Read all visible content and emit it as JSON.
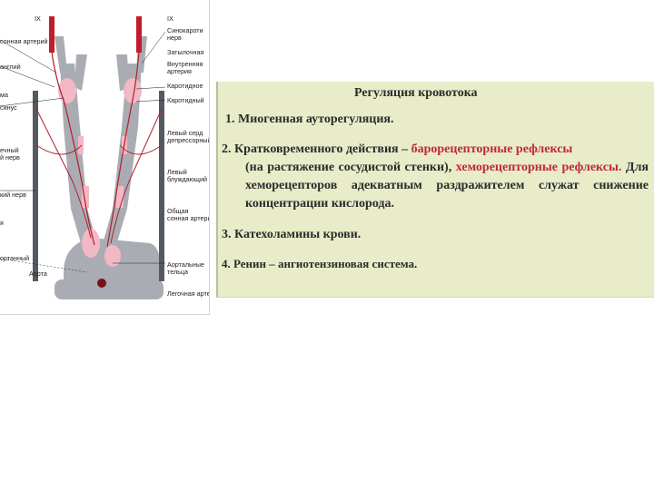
{
  "figure": {
    "labels": {
      "ix_left": "IX",
      "ix_right": "IX",
      "l_carotid_artery": "сонная артерий",
      "l_ganglion": "англий",
      "l_ma": "ма",
      "l_sinus": "синус",
      "l_nerve": "ечный\nй нерв",
      "l_kiy_nerv": "кий нерв",
      "l_ya": "я",
      "l_gortanny": "ортанный",
      "l_aorta": "Аорта",
      "r_sinocarotid_nerve": "Синокароти\nнерв",
      "r_occipital": "Затылочная",
      "r_internal_artery": "Внутренняя\nартерия",
      "r_carotid_body": "Каротидное",
      "r_carotid_sinus": "Каротидный",
      "r_left_depressor": "Левый серд\nдепрессорный",
      "r_left_vagus": "Левый\nблуждающий",
      "r_common_carotid": "Общая\nсонная артерия",
      "r_aortic_bodies": "Аортальные\nтельца",
      "r_pulmonary_artery": "Легочная артер"
    }
  },
  "panel": {
    "title": "Регуляция кровотока",
    "item1": "1. Миогенная ауторегуляция.",
    "item2_prefix": "2. Кратковременного действия – ",
    "item2_red1": "барорецепторные рефлексы",
    "item2_line2_a": "(на растяжение сосудистой стенки), ",
    "item2_red2": "хеморецепторные рефлексы.",
    "item2_rest": " Для хеморецепторов адекватным раздражителем служат снижение концентрации кислорода.",
    "item3": "3. Катехоламины крови.",
    "item4": "4. Ренин – ангиотензиновая система."
  },
  "colors": {
    "panel_bg": "#e8ecc8",
    "highlight_red": "#c0283a",
    "vessel_gray": "#a9adb3",
    "nerve_red": "#b01e2e",
    "pink": "#f2b8c4"
  }
}
